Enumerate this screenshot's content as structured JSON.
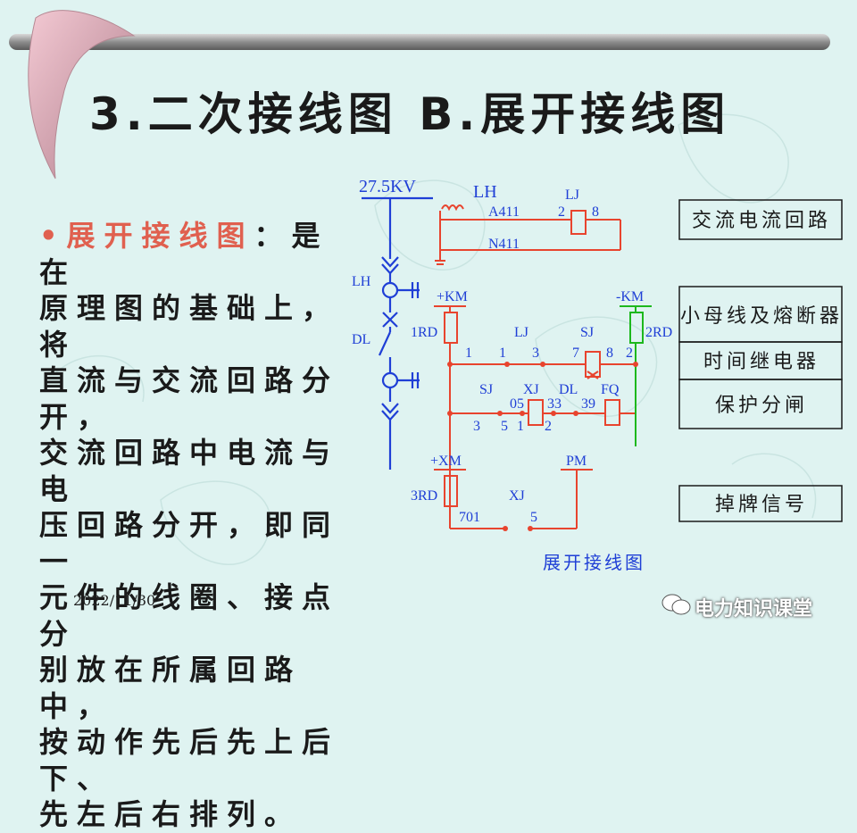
{
  "slide": {
    "title": "3.二次接线图 B.展开接线图",
    "bullet_head": "展开接线图",
    "bullet_lines": [
      "：是在",
      "原理图的基础上，将",
      "直流与交流回路分开，",
      "交流回路中电流与电",
      "压回路分开，即同一",
      "元件的线圈、接点分",
      "别放在所属回路中，",
      "按动作先后先上后下、",
      "先左后右排列。"
    ],
    "date": "2022/11/30",
    "watermark": "电力知识课堂"
  },
  "diagram": {
    "voltage": "27.5KV",
    "lh_top": "LH",
    "lh_left": "LH",
    "dl_left": "DL",
    "a411": "A411",
    "n411": "N411",
    "lj_top": "LJ",
    "lj_n2": "2",
    "lj_n8": "8",
    "plus_km": "+KM",
    "minus_km": "-KM",
    "rd1": "1RD",
    "rd2": "2RD",
    "n1a": "1",
    "n1b": "1",
    "lj_mid": "LJ",
    "n3": "3",
    "sj_top": "SJ",
    "n7": "7",
    "n8": "8",
    "n2": "2",
    "sj_low": "SJ",
    "xj_mid": "XJ",
    "dl_mid": "DL",
    "fq": "FQ",
    "n05": "05",
    "n33": "33",
    "n39": "39",
    "n3b": "3",
    "n5a": "5",
    "n1c": "1",
    "n2b": "2",
    "plus_xm": "+XM",
    "pm": "PM",
    "rd3": "3RD",
    "xj_low": "XJ",
    "n701": "701",
    "n5b": "5",
    "caption": "展开接线图",
    "boxes": [
      "交流电流回路",
      "小母线及熔断器",
      "时间继电器",
      "保护分闸",
      "掉牌信号"
    ]
  },
  "colors": {
    "red": "#e8442e",
    "blue": "#1f3fd6",
    "green": "#1db81d",
    "bullet": "#e0604f",
    "background": "#dff3f1"
  }
}
